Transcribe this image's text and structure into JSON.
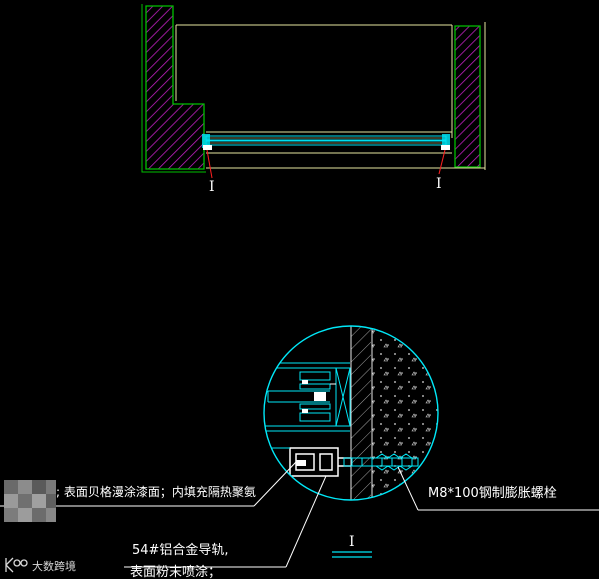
{
  "plan_view": {
    "marker_left": "I",
    "marker_right": "I"
  },
  "detail": {
    "section_marker": "I",
    "callout_left": "; 表面贝格漫涂漆面；内填充隔热聚氨",
    "callout_rail_line1": "54#铝合金导轨,",
    "callout_rail_line2": "表面粉末喷涂；",
    "callout_bolt": "M8*100钢制膨胀螺栓"
  },
  "watermark": {
    "logo_text": "大数跨境"
  },
  "colors": {
    "background": "#000000",
    "wall_hatch": "#c020c0",
    "wall_outline": "#00c000",
    "frame_yellow": "#e6e6a0",
    "glass_cyan": "#00e0f0",
    "leader_red": "#ff2020",
    "detail_cyan": "#00e8f8",
    "text_white": "#ffffff"
  }
}
